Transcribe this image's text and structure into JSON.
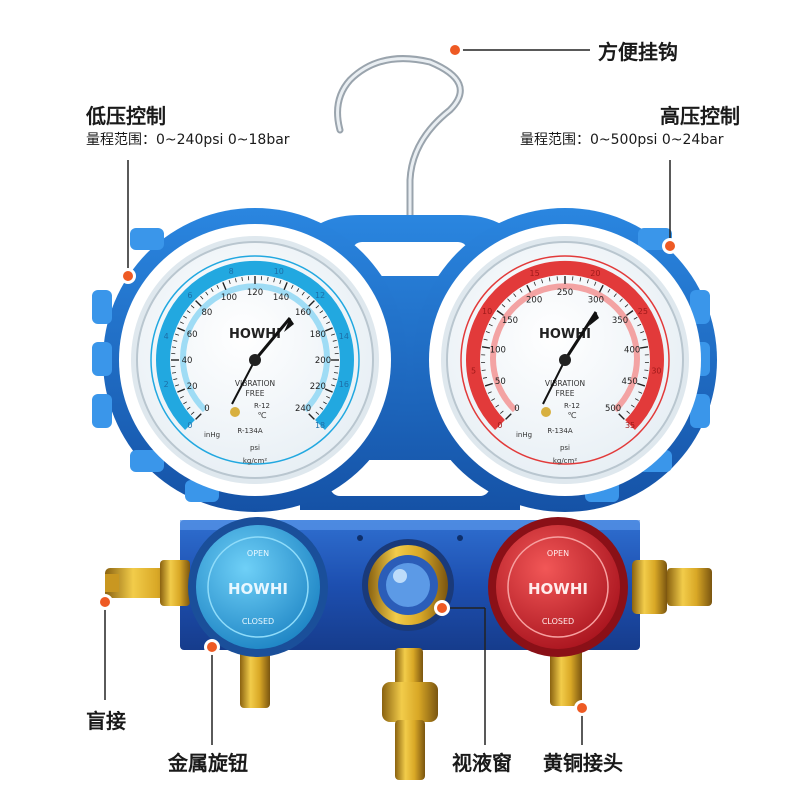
{
  "callouts": {
    "hook": "方便挂钩",
    "low_title": "低压控制",
    "low_range": "量程范围：0~240psi 0~18bar",
    "high_title": "高压控制",
    "high_range": "量程范围：0~500psi 0~24bar",
    "blind": "盲接",
    "knob": "金属旋钮",
    "window": "视液窗",
    "brass": "黄铜接头"
  },
  "gauge_text": {
    "brand": "HOWHI",
    "vib1": "VIBRATION",
    "vib2": "FREE",
    "r12": "R-12",
    "r134a": "R-134A",
    "psi": "psi",
    "kg": "kg/cm²",
    "inhg": "inHg",
    "celsius": "℃"
  },
  "knob_text": {
    "brand": "HOWHI",
    "open": "OPEN",
    "closed": "CLOSED"
  },
  "low_scale": {
    "psi": [
      "0",
      "20",
      "40",
      "60",
      "80",
      "100",
      "120",
      "140",
      "160",
      "180",
      "200",
      "220",
      "240"
    ],
    "bar": [
      "0",
      "2",
      "4",
      "6",
      "8",
      "10",
      "12",
      "14",
      "16",
      "18"
    ]
  },
  "high_scale": {
    "psi": [
      "0",
      "50",
      "100",
      "150",
      "200",
      "250",
      "300",
      "350",
      "400",
      "450",
      "500"
    ],
    "bar": [
      "0",
      "5",
      "10",
      "15",
      "20",
      "25",
      "30",
      "35"
    ]
  },
  "colors": {
    "body_blue": "#1e6fc9",
    "low_accent": "#22a8e0",
    "high_accent": "#e23a3a",
    "brass": "#d9a826",
    "callout_dot": "#ee5a24"
  }
}
